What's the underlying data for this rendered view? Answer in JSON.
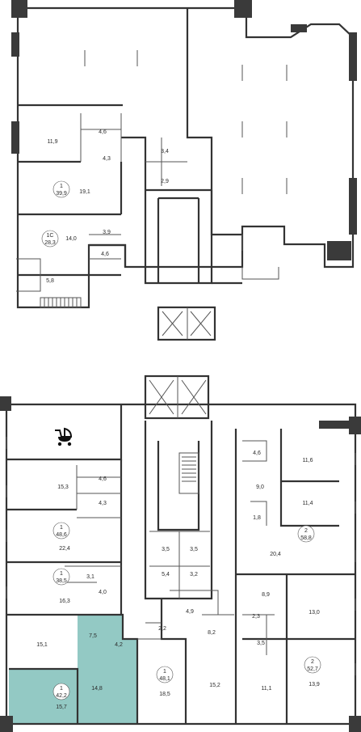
{
  "colors": {
    "highlight": "#93c9c4",
    "wall": "#333333",
    "background": "#ffffff"
  },
  "icons": {
    "stroller": "stroller-icon"
  },
  "apartments": [
    {
      "rooms": "1",
      "area": "39,9"
    },
    {
      "rooms": "1С",
      "area": "28,3"
    },
    {
      "rooms": "1",
      "area": "48,6"
    },
    {
      "rooms": "1",
      "area": "38,5"
    },
    {
      "rooms": "1",
      "area": "42,2"
    },
    {
      "rooms": "1",
      "area": "48,1"
    },
    {
      "rooms": "2",
      "area": "58,8"
    },
    {
      "rooms": "2",
      "area": "52,7"
    }
  ],
  "rooms": [
    "11,9",
    "4,6",
    "4,3",
    "19,1",
    "3,4",
    "2,9",
    "14,0",
    "3,9",
    "4,6",
    "5,8",
    "15,3",
    "4,6",
    "4,3",
    "22,4",
    "3,1",
    "16,3",
    "4,0",
    "15,1",
    "7,5",
    "4,2",
    "14,8",
    "15,7",
    "2,2",
    "18,5",
    "15,2",
    "3,5",
    "3,5",
    "5,4",
    "3,2",
    "4,9",
    "8,2",
    "4,6",
    "11,6",
    "9,0",
    "11,4",
    "1,8",
    "20,4",
    "8,9",
    "2,3",
    "3,5",
    "13,0",
    "11,1",
    "13,9"
  ]
}
